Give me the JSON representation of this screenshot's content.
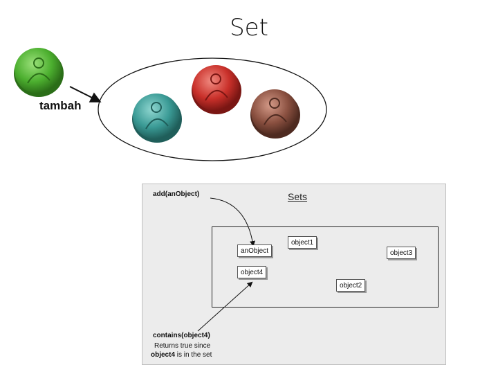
{
  "title": "Set",
  "top_diagram": {
    "add_label": "tambah",
    "coins": {
      "outside": {
        "color": "#4caf2f"
      },
      "inside": [
        {
          "color": "#3a9a95"
        },
        {
          "color": "#c9302a"
        },
        {
          "color": "#8a5040"
        }
      ]
    }
  },
  "sets_panel": {
    "heading": "Sets",
    "add_caption": "add(anObject)",
    "objects": [
      "anObject",
      "object1",
      "object3",
      "object4",
      "object2"
    ],
    "contains_caption": "contains(object4)",
    "returns_line1": "Returns true since",
    "returns_bold": "object4",
    "returns_rest": " is in the set"
  }
}
